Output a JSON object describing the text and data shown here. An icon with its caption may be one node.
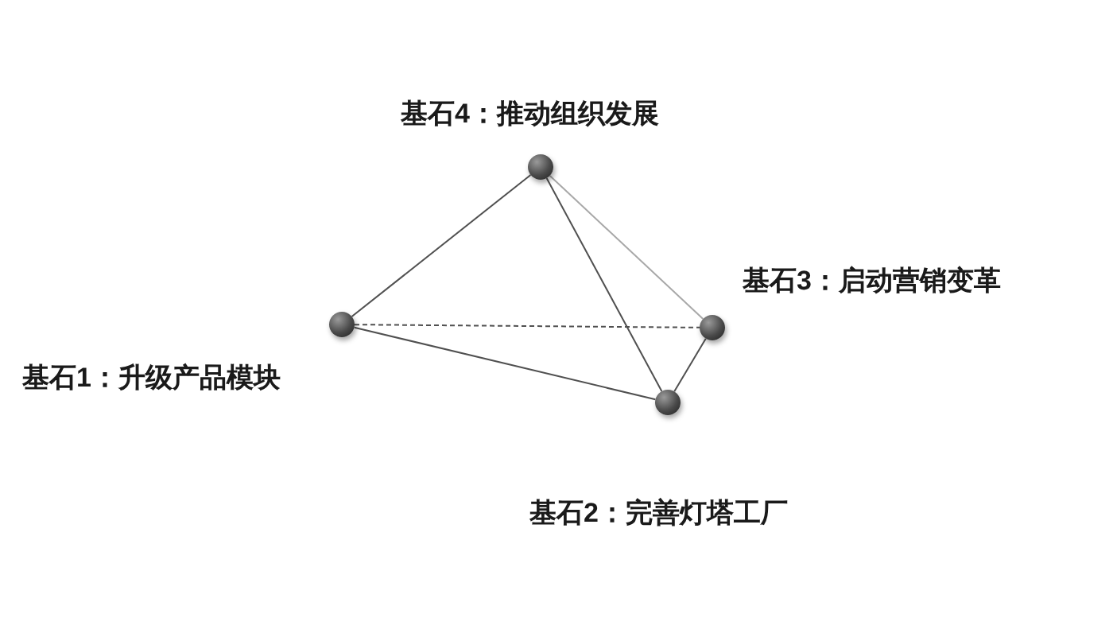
{
  "diagram": {
    "nodes": [
      {
        "text": [],
        "shape": "circle",
        "beside": [
          "基石4：推动组织发展"
        ]
      },
      {
        "text": [],
        "shape": "circle",
        "beside": [
          "基石3：启动营销变革"
        ]
      },
      {
        "text": [],
        "shape": "circle",
        "beside": [
          "基石1：升级产品模块"
        ]
      },
      {
        "text": [],
        "shape": "circle",
        "beside": [
          "基石2：完善灯塔工厂"
        ]
      }
    ],
    "edges": [
      {
        "from": 2,
        "to": 0,
        "arrow": "none"
      },
      {
        "from": 2,
        "to": 3,
        "arrow": "none"
      },
      {
        "from": 2,
        "to": 1,
        "arrow": "none",
        "style": "dashed"
      },
      {
        "from": 0,
        "to": 3,
        "arrow": "none"
      },
      {
        "from": 0,
        "to": 1,
        "arrow": "none",
        "color": "#a8a8a8"
      },
      {
        "from": 1,
        "to": 3,
        "arrow": "none"
      }
    ]
  }
}
